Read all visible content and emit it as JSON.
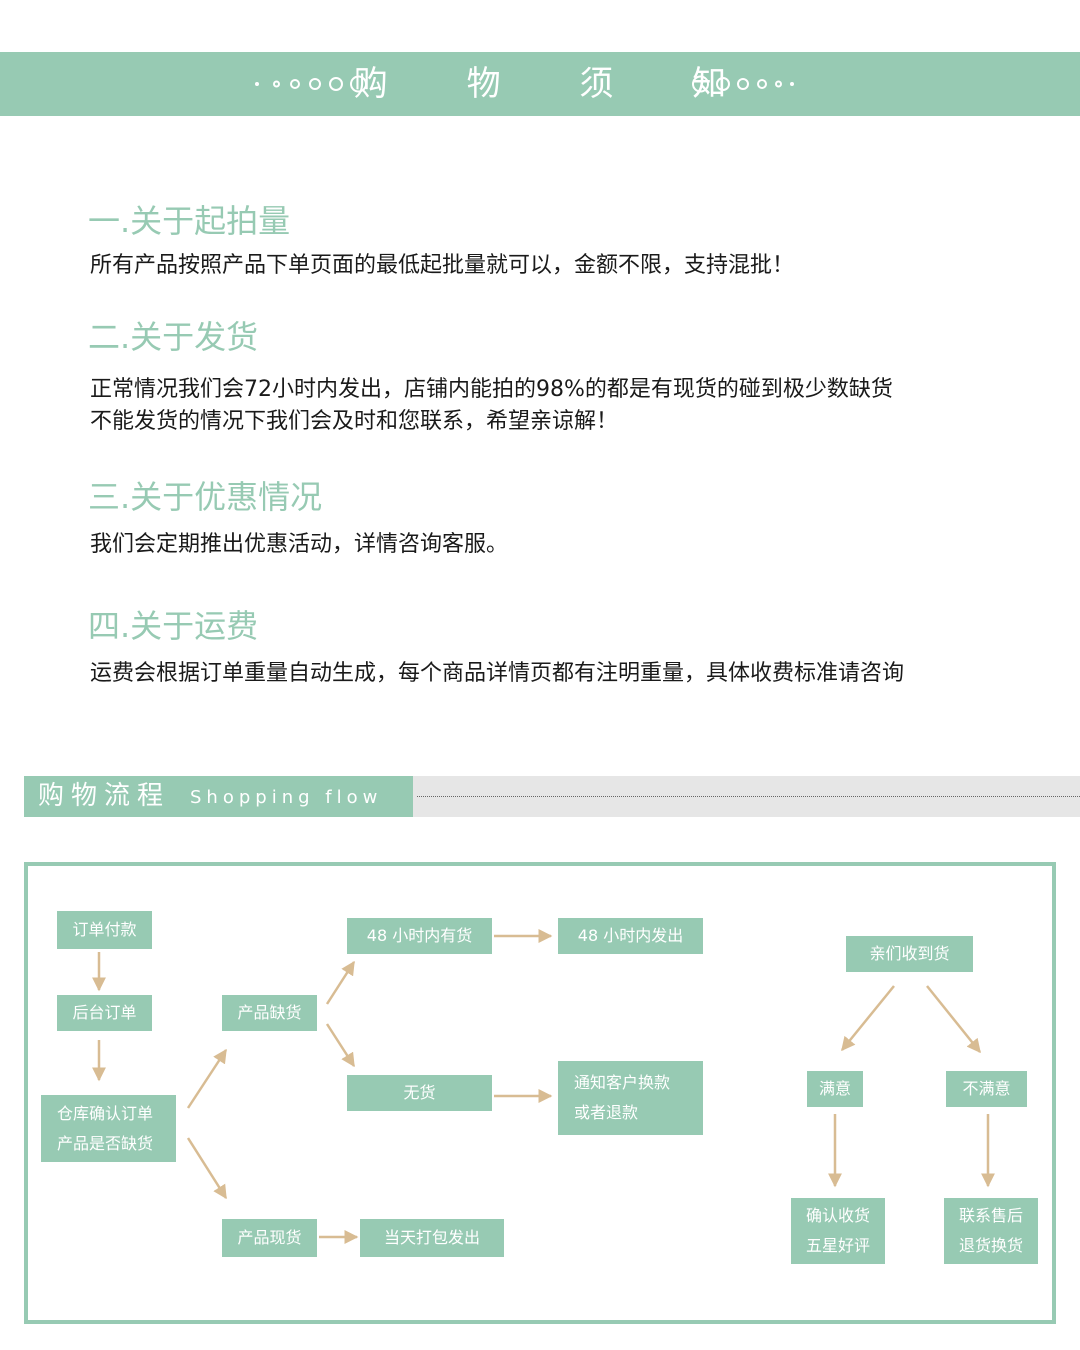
{
  "banner": {
    "title": "购 物 须 知"
  },
  "sections": [
    {
      "heading": "一.关于起拍量",
      "body": [
        "所有产品按照产品下单页面的最低起批量就可以，金额不限，支持混批！"
      ]
    },
    {
      "heading": "二.关于发货",
      "body": [
        "正常情况我们会72小时内发出，店铺内能拍的98%的都是有现货的碰到极少数缺货",
        "不能发货的情况下我们会及时和您联系，希望亲谅解！"
      ]
    },
    {
      "heading": "三.关于优惠情况",
      "body": [
        "我们会定期推出优惠活动，详情咨询客服。"
      ]
    },
    {
      "heading": "四.关于运费",
      "body": [
        "运费会根据订单重量自动生成，每个商品详情页都有注明重量，具体收费标准请咨询"
      ]
    }
  ],
  "flow": {
    "title_cn": "购物流程",
    "title_en": "Shopping  flow",
    "boxes": {
      "order_pay": "订单付款",
      "backend_order": "后台订单",
      "warehouse_1": "仓库确认订单",
      "warehouse_2": "产品是否缺货",
      "out_of_stock": "产品缺货",
      "in_stock": "产品现货",
      "restock_48h": "48 小时内有货",
      "ship_48h": "48 小时内发出",
      "no_stock": "无货",
      "notify_1": "通知客户换款",
      "notify_2": "或者退款",
      "ship_today": "当天打包发出",
      "received": "亲们收到货",
      "satisfied": "满意",
      "unsatisfied": "不满意",
      "confirm_1": "确认收货",
      "confirm_2": "五星好评",
      "aftersale_1": "联系售后",
      "aftersale_2": "退货换货"
    }
  },
  "colors": {
    "accent": "#97cab3",
    "arrow": "#d8bc93",
    "bar_gray": "#e6e6e6"
  }
}
